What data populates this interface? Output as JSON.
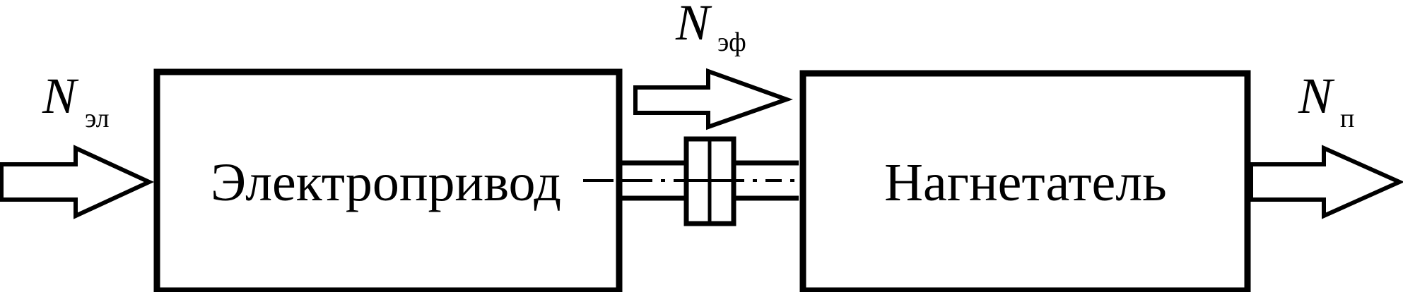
{
  "blocks": {
    "motor": "Электропривод",
    "blower": "Нагнетатель"
  },
  "flows": {
    "input": {
      "symbol": "N",
      "subscript": "эл"
    },
    "shaft": {
      "symbol": "N",
      "subscript": "эф"
    },
    "output": {
      "symbol": "N",
      "subscript": "п"
    }
  }
}
